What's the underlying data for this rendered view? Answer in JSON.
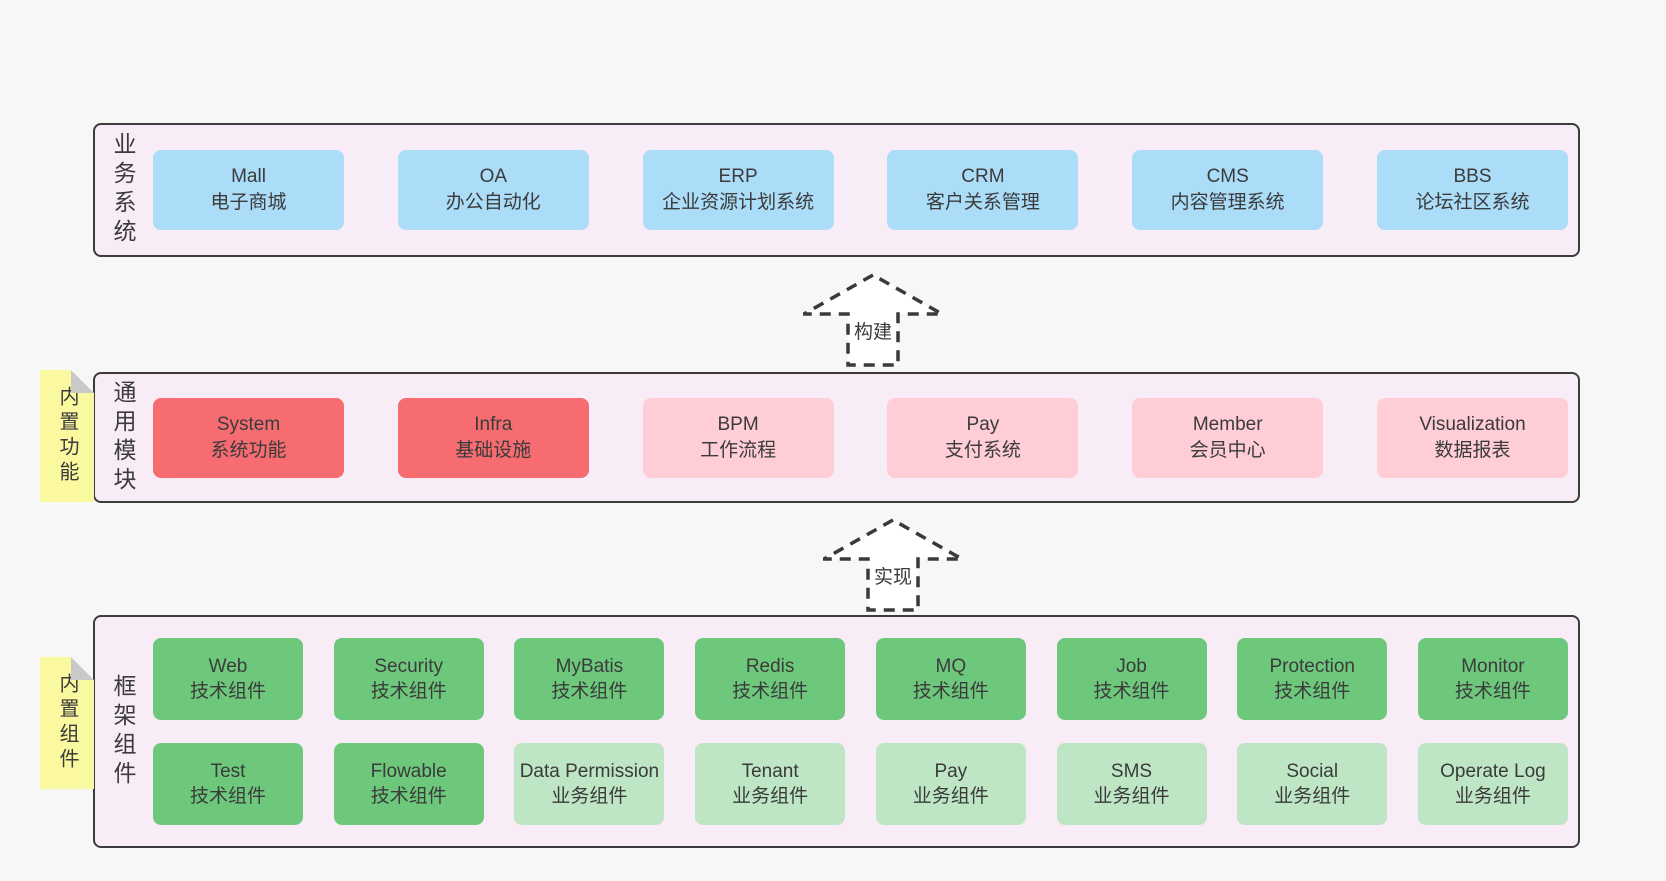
{
  "colors": {
    "bg": "#f7f7f7",
    "layer_bg": "#f8edf6",
    "border": "#3c3c3c",
    "text": "#3b3b3b",
    "blue": "#abdcf8",
    "red": "#f66c70",
    "pink": "#fecdd6",
    "green": "#6dc87c",
    "lightgreen": "#bee5c4",
    "yellow": "#fbf9a0",
    "fold": "#c9c9c9",
    "arrow_stroke": "#3a3a3a",
    "arrow_fill": "#ffffff"
  },
  "layers": [
    {
      "title": "业务系统",
      "sticky": null,
      "rows": [
        [
          {
            "title": "Mall",
            "subtitle": "电子商城",
            "variant": "blue"
          },
          {
            "title": "OA",
            "subtitle": "办公自动化",
            "variant": "blue"
          },
          {
            "title": "ERP",
            "subtitle": "企业资源计划系统",
            "variant": "blue"
          },
          {
            "title": "CRM",
            "subtitle": "客户关系管理",
            "variant": "blue"
          },
          {
            "title": "CMS",
            "subtitle": "内容管理系统",
            "variant": "blue"
          },
          {
            "title": "BBS",
            "subtitle": "论坛社区系统",
            "variant": "blue"
          }
        ]
      ]
    },
    {
      "title": "通用模块",
      "sticky": "内置功能",
      "rows": [
        [
          {
            "title": "System",
            "subtitle": "系统功能",
            "variant": "red"
          },
          {
            "title": "Infra",
            "subtitle": "基础设施",
            "variant": "red"
          },
          {
            "title": "BPM",
            "subtitle": "工作流程",
            "variant": "pink"
          },
          {
            "title": "Pay",
            "subtitle": "支付系统",
            "variant": "pink"
          },
          {
            "title": "Member",
            "subtitle": "会员中心",
            "variant": "pink"
          },
          {
            "title": "Visualization",
            "subtitle": "数据报表",
            "variant": "pink"
          }
        ]
      ]
    },
    {
      "title": "框架组件",
      "sticky": "内置组件",
      "rows": [
        [
          {
            "title": "Web",
            "subtitle": "技术组件",
            "variant": "green"
          },
          {
            "title": "Security",
            "subtitle": "技术组件",
            "variant": "green"
          },
          {
            "title": "MyBatis",
            "subtitle": "技术组件",
            "variant": "green"
          },
          {
            "title": "Redis",
            "subtitle": "技术组件",
            "variant": "green"
          },
          {
            "title": "MQ",
            "subtitle": "技术组件",
            "variant": "green"
          },
          {
            "title": "Job",
            "subtitle": "技术组件",
            "variant": "green"
          },
          {
            "title": "Protection",
            "subtitle": "技术组件",
            "variant": "green"
          },
          {
            "title": "Monitor",
            "subtitle": "技术组件",
            "variant": "green"
          }
        ],
        [
          {
            "title": "Test",
            "subtitle": "技术组件",
            "variant": "green"
          },
          {
            "title": "Flowable",
            "subtitle": "技术组件",
            "variant": "green"
          },
          {
            "title": "Data Permission",
            "subtitle": "业务组件",
            "variant": "lightgreen"
          },
          {
            "title": "Tenant",
            "subtitle": "业务组件",
            "variant": "lightgreen"
          },
          {
            "title": "Pay",
            "subtitle": "业务组件",
            "variant": "lightgreen"
          },
          {
            "title": "SMS",
            "subtitle": "业务组件",
            "variant": "lightgreen"
          },
          {
            "title": "Social",
            "subtitle": "业务组件",
            "variant": "lightgreen"
          },
          {
            "title": "Operate Log",
            "subtitle": "业务组件",
            "variant": "lightgreen"
          }
        ]
      ]
    }
  ],
  "arrows": [
    {
      "label": "构建"
    },
    {
      "label": "实现"
    }
  ]
}
